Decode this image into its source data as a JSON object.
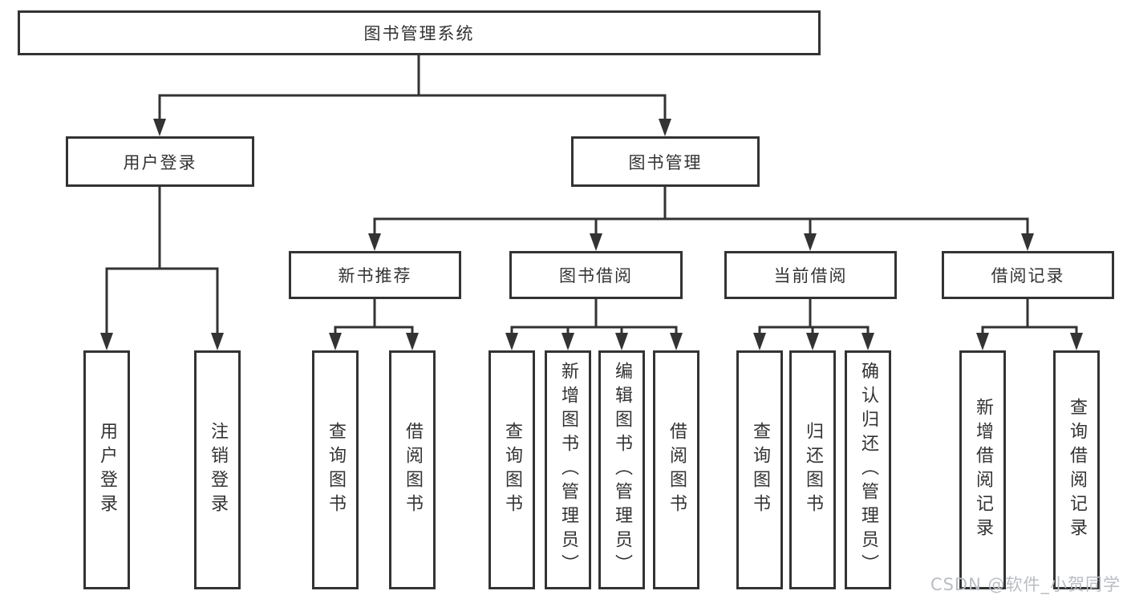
{
  "diagram": {
    "title": "图书管理系统",
    "branches": [
      {
        "label": "用户登录",
        "children": [
          "用户登录",
          "注销登录"
        ]
      },
      {
        "label": "图书管理",
        "sections": [
          {
            "label": "新书推荐",
            "children": [
              "查询图书",
              "借阅图书"
            ]
          },
          {
            "label": "图书借阅",
            "children": [
              "查询图书",
              "新增图书（管理员）",
              "编辑图书（管理员）",
              "借阅图书"
            ]
          },
          {
            "label": "当前借阅",
            "children": [
              "查询图书",
              "归还图书",
              "确认归还（管理员）"
            ]
          },
          {
            "label": "借阅记录",
            "children": [
              "新增借阅记录",
              "查询借阅记录"
            ]
          }
        ]
      }
    ]
  },
  "watermark": {
    "text": "CSDN @软件_小贺同学"
  },
  "colors": {
    "line": "#333333",
    "box_border": "#333333",
    "box_fill": "#ffffff",
    "text": "#333333",
    "watermark": "#b9bdc3"
  }
}
